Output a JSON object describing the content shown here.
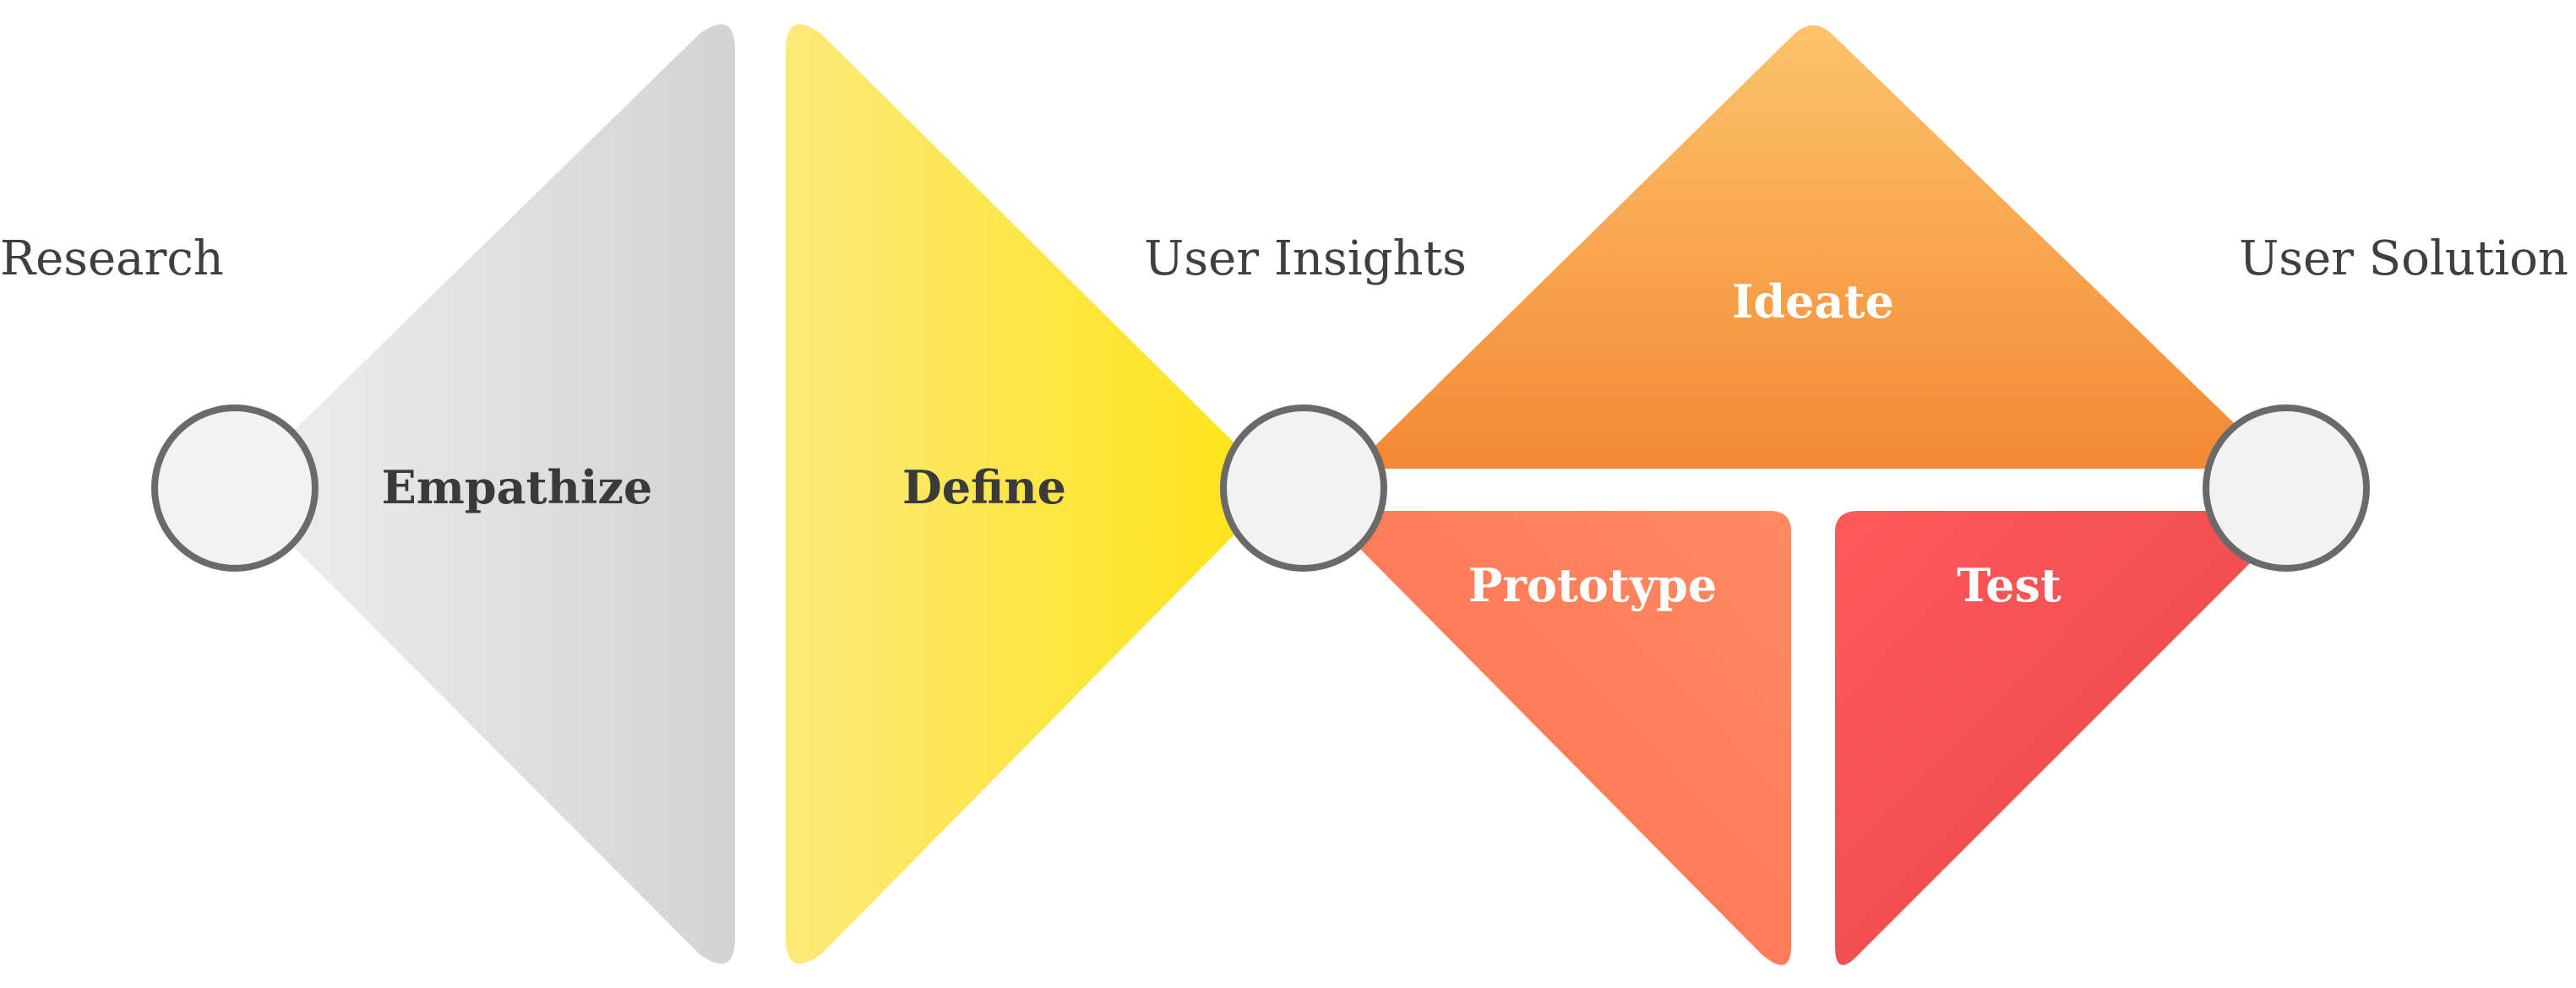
{
  "milestones": {
    "research": "Research",
    "user_insights": "User Insights",
    "user_solution": "User Solution"
  },
  "stages": {
    "empathize": {
      "label": "Empathize"
    },
    "define": {
      "label": "Define"
    },
    "ideate": {
      "label": "Ideate"
    },
    "prototype": {
      "label": "Prototype"
    },
    "test": {
      "label": "Test"
    }
  },
  "colors": {
    "empathize_from": "#efefef",
    "empathize_to": "#d3d3d3",
    "define_from": "#fbe97a",
    "define_to": "#ffe313",
    "ideate_from": "#fcc36a",
    "ideate_to": "#f48834",
    "prototype_from": "#ff8a62",
    "prototype_to": "#fd6f4e",
    "test_from": "#ff5a5a",
    "test_to": "#e4444a",
    "node_fill": "#f2f2f2",
    "node_stroke": "#6a6a6a",
    "label_dark": "#3a3a3a",
    "label_light": "#ffffff"
  },
  "icons": {
    "nodes": "circle-node-icon"
  }
}
